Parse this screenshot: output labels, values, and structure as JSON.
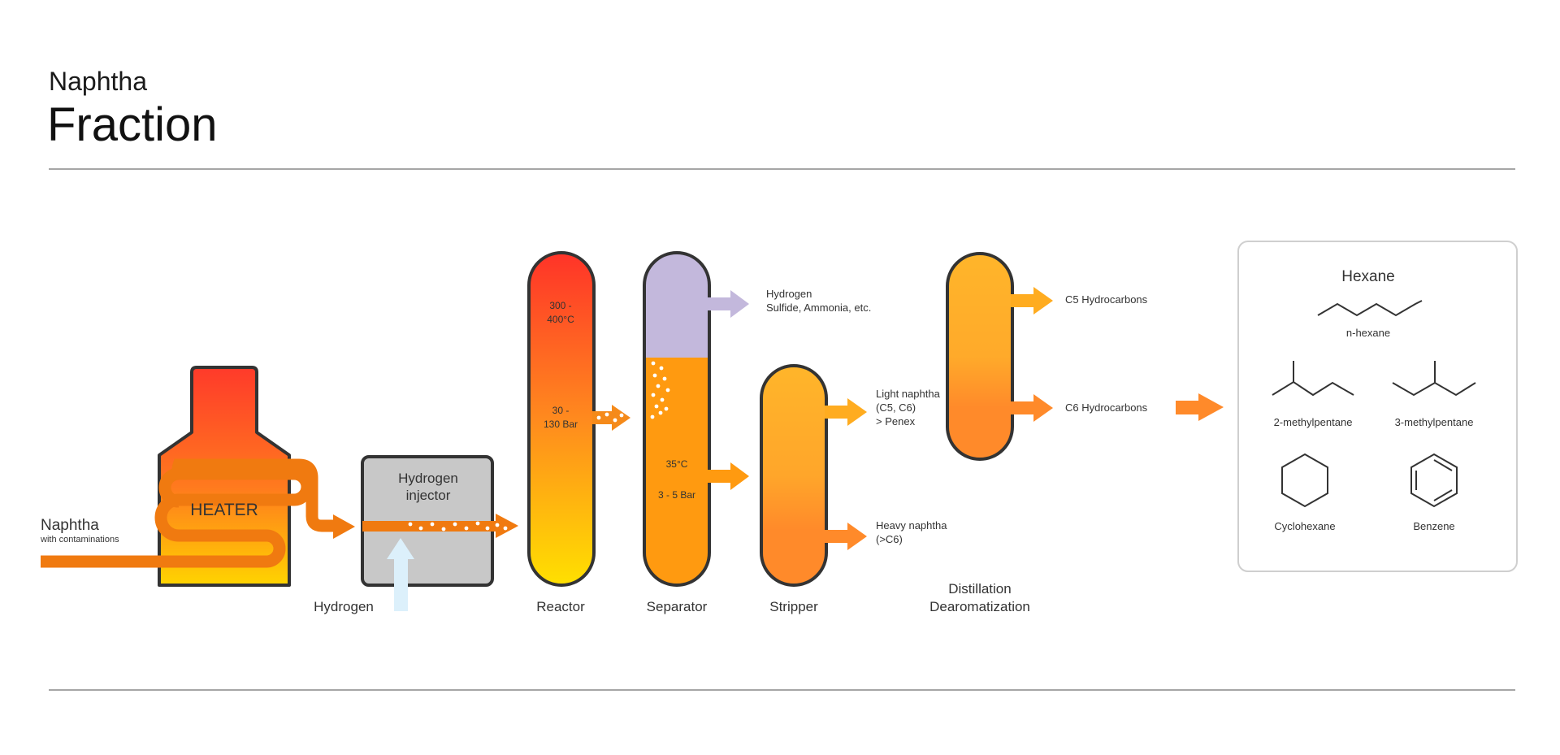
{
  "header": {
    "subtitle": "Naphtha",
    "title": "Fraction"
  },
  "input": {
    "label": "Naphtha",
    "sublabel": "with contaminations"
  },
  "heater": {
    "label": "HEATER"
  },
  "injector": {
    "label_line1": "Hydrogen",
    "label_line2": "injector",
    "feed_label": "Hydrogen"
  },
  "reactor": {
    "label": "Reactor",
    "temp_line1": "300 -",
    "temp_line2": "400°C",
    "pressure_line1": "30 -",
    "pressure_line2": "130 Bar"
  },
  "separator": {
    "label": "Separator",
    "temp": "35°C",
    "pressure": "3 - 5 Bar",
    "gas_out_line1": "Hydrogen",
    "gas_out_line2": "Sulfide, Ammonia, etc."
  },
  "stripper": {
    "label": "Stripper",
    "light_line1": "Light naphtha",
    "light_line2": "(C5, C6)",
    "light_line3": "> Penex",
    "heavy_line1": "Heavy naphtha",
    "heavy_line2": "(>C6)"
  },
  "distillation": {
    "label_line1": "Distillation",
    "label_line2": "Dearomatization",
    "c5_label": "C5 Hydrocarbons",
    "c6_label": "C6 Hydrocarbons"
  },
  "hexane_panel": {
    "title": "Hexane",
    "n_hexane": "n-hexane",
    "methyl2": "2-methylpentane",
    "methyl3": "3-methylpentane",
    "cyclohexane": "Cyclohexane",
    "benzene": "Benzene"
  },
  "colors": {
    "flow_orange": "#f07a10",
    "highlight_red": "#e0282a",
    "gas_purple": "#c3b8dc",
    "hydrogen_blue": "#dcf0fb",
    "injector_grey": "#c8c8c8",
    "outline": "#333333"
  }
}
